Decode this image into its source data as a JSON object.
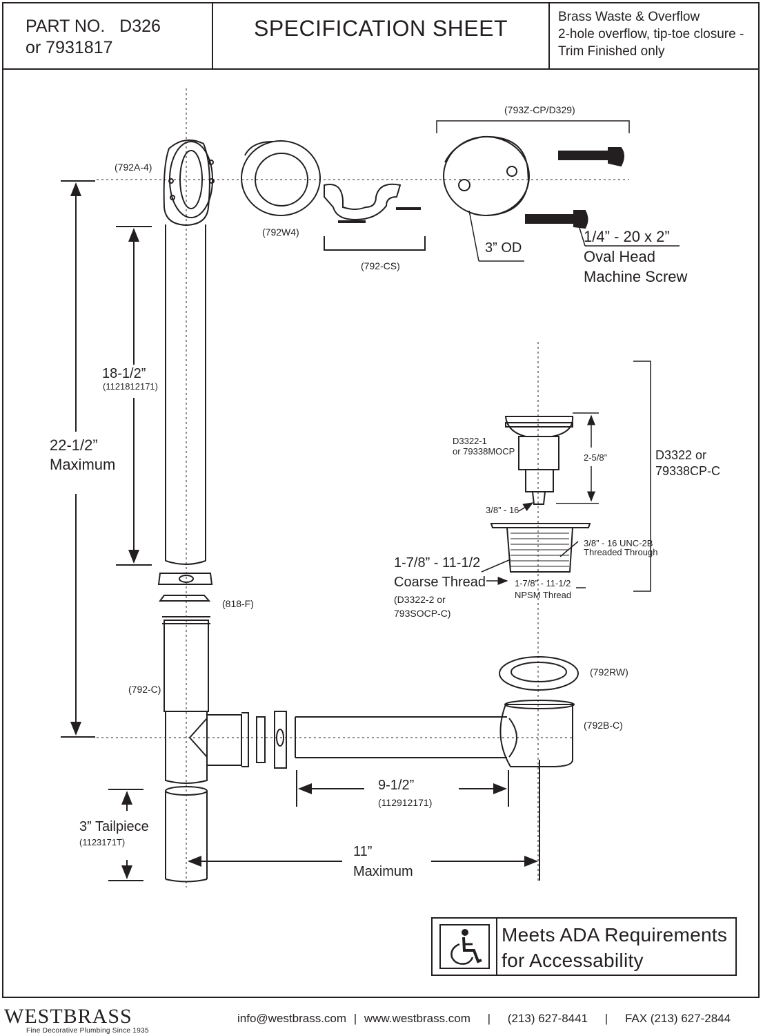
{
  "header": {
    "part_label": "PART NO.",
    "part_no": "D326",
    "part_alt": "or 7931817",
    "title": "SPECIFICATION SHEET",
    "desc_lines": [
      "Brass Waste & Overflow",
      "2-hole overflow, tip-toe closure -",
      "Trim Finished only"
    ]
  },
  "labels": {
    "elbow": "(792A-4)",
    "washer": "(792W4)",
    "screws_cs": "(792-CS)",
    "faceplate": "(793Z-CP/D329)",
    "od": "3” OD",
    "screw_size": "1/4” - 20 x 2”",
    "screw_type_1": "Oval Head",
    "screw_type_2": "Machine Screw",
    "dim_18": "18-1/2”",
    "dim_18_code": "(1121812171)",
    "dim_22": "22-1/2”",
    "dim_22_sub": "Maximum",
    "gasket": "(818-F)",
    "tee": "(792-C)",
    "stopper_1": "D3322-1",
    "stopper_2": "or 79338MOCP",
    "dim_258": "2-5/8”",
    "d3322_1": "D3322 or",
    "d3322_2": "79338CP-C",
    "thread_38": "3/8” - 16",
    "unc_1": "3/8” - 16 UNC-2B",
    "unc_2": "Threaded Through",
    "coarse_1": "1-7/8” - 11-1/2",
    "coarse_2": "Coarse Thread",
    "coarse_3": "(D3322-2 or",
    "coarse_4": "793SOCP-C)",
    "npsm_1": "1-7/8” - 11-1/2",
    "npsm_2": "NPSM Thread",
    "rubber_washer": "(792RW)",
    "shoe": "(792B-C)",
    "dim_912": "9-1/2”",
    "dim_912_code": "(112912171)",
    "tailpiece": "3” Tailpiece",
    "tailpiece_code": "(1123171T)",
    "dim_11": "11”",
    "dim_11_sub": "Maximum"
  },
  "ada": {
    "line1": "Meets  ADA Requirements",
    "line2": "for Accessability",
    "icon": "wheelchair-icon"
  },
  "footer": {
    "brand": "WESTBRASS",
    "tagline": "Fine Decorative Plumbing Since 1935",
    "email": "info@westbrass.com",
    "web": "www.westbrass.com",
    "phone": "(213) 627-8441",
    "fax": "FAX (213) 627-2844",
    "sep": "|"
  }
}
